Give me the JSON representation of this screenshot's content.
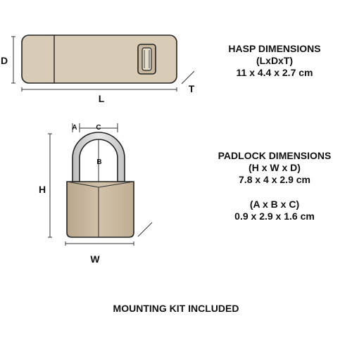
{
  "hasp": {
    "heading": "HASP DIMENSIONS",
    "format": "(LxDxT)",
    "values": "11 x 4.4 x 2.7 cm",
    "labels": {
      "length": "L",
      "depth": "D",
      "thickness": "T"
    }
  },
  "padlock": {
    "heading": "PADLOCK DIMENSIONS",
    "format": "(H x W x D)",
    "values": "7.8 x 4 x 2.9 cm",
    "shackle_format": "(A x B x C)",
    "shackle_values": "0.9 x 2.9 x 1.6 cm",
    "labels": {
      "height": "H",
      "width": "W",
      "a": "A",
      "b": "B",
      "c": "C"
    }
  },
  "footer": {
    "note": "MOUNTING KIT INCLUDED"
  },
  "colors": {
    "outline": "#222222",
    "body_fill": "#c8b79e",
    "shackle_fill": "#d6d6d6",
    "dim_line": "#333333"
  }
}
